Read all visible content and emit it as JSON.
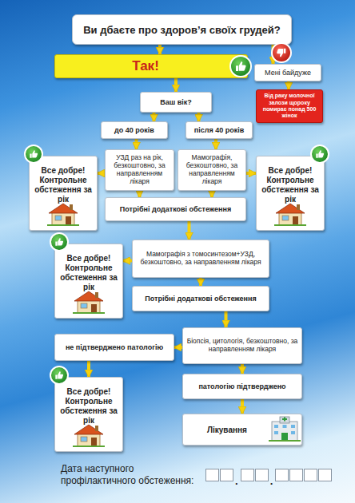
{
  "diagram": {
    "nodes": [
      {
        "text": [
          "Ви дбаєте про здоров’я своїх грудей?"
        ]
      },
      {
        "text": [
          "Так!"
        ]
      },
      {
        "text": [
          "Мені байдуже"
        ]
      },
      {
        "text": [
          "Від раку молочної залози щороку помирає понад 500 жінок"
        ]
      },
      {
        "text": [
          "Ваш вік?"
        ]
      },
      {
        "text": [
          "до 40 років"
        ]
      },
      {
        "text": [
          "після 40 років"
        ]
      },
      {
        "text": [
          "Все добре! Контрольне обстеження за рік"
        ]
      },
      {
        "text": [
          "УЗД раз на рік, безкоштовно, за направленням лікаря"
        ]
      },
      {
        "text": [
          "Мамографія, безкоштовно, за направленням лікаря"
        ]
      },
      {
        "text": [
          "Все добре! Контрольне обстеження за рік"
        ]
      },
      {
        "text": [
          "Потрібні додаткові обстеження"
        ]
      },
      {
        "text": [
          "Все добре! Контрольне обстеження за рік"
        ]
      },
      {
        "text": [
          "Мамографія з томосинтезом+УЗД, безкоштовно, за направленням лікаря"
        ]
      },
      {
        "text": [
          "Потрібні додаткові обстеження"
        ]
      },
      {
        "text": [
          "не підтверджено патологію"
        ]
      },
      {
        "text": [
          "Біопсія, цитологія, безкоштовно, за направленням лікаря"
        ]
      },
      {
        "text": [
          "Все добре! Контрольне обстеження за рік"
        ]
      },
      {
        "text": [
          "патологію підтверджено"
        ]
      },
      {
        "text": [
          "Лікування"
        ]
      }
    ],
    "edges": [
      {
        "from": 0,
        "to": 1,
        "arrow": "to"
      },
      {
        "from": 0,
        "to": 2,
        "arrow": "to"
      },
      {
        "from": 2,
        "to": 3,
        "arrow": "to"
      },
      {
        "from": 1,
        "to": 4,
        "arrow": "to"
      },
      {
        "from": 4,
        "to": 5,
        "arrow": "to"
      },
      {
        "from": 4,
        "to": 6,
        "arrow": "to"
      },
      {
        "from": 5,
        "to": 8,
        "arrow": "to"
      },
      {
        "from": 6,
        "to": 9,
        "arrow": "to"
      },
      {
        "from": 8,
        "to": 7,
        "arrow": "to"
      },
      {
        "from": 9,
        "to": 10,
        "arrow": "to"
      },
      {
        "from": 8,
        "to": 11,
        "arrow": "to"
      },
      {
        "from": 9,
        "to": 11,
        "arrow": "to"
      },
      {
        "from": 11,
        "to": 13,
        "arrow": "to"
      },
      {
        "from": 13,
        "to": 12,
        "arrow": "to"
      },
      {
        "from": 13,
        "to": 14,
        "arrow": "to"
      },
      {
        "from": 14,
        "to": 16,
        "arrow": "to"
      },
      {
        "from": 16,
        "to": 15,
        "arrow": "to"
      },
      {
        "from": 15,
        "to": 17,
        "arrow": "to"
      },
      {
        "from": 16,
        "to": 18,
        "arrow": "to"
      },
      {
        "from": 18,
        "to": 19,
        "arrow": "to"
      }
    ],
    "labels": [
      "Дата наступного профілактичного обстеження:",
      ".",
      "."
    ]
  }
}
